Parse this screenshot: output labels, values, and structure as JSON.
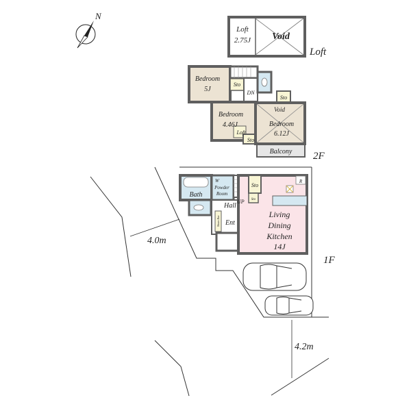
{
  "compass": {
    "label": "N",
    "icon": "north-arrow-icon"
  },
  "floors": {
    "loft": {
      "label": "Loft",
      "rooms": {
        "loft": "Loft",
        "loft_size": "2.75J",
        "void": "Void"
      }
    },
    "second": {
      "label": "2F",
      "rooms": {
        "bedroom_a": "Bedroom",
        "bedroom_a_size": "5J",
        "bedroom_b": "Bedroom",
        "bedroom_b_size": "4.46J",
        "bedroom_c": "Bedroom",
        "bedroom_c_size": "6.12J",
        "void": "Void",
        "loft": "Loft",
        "sto_1": "Sto",
        "sto_2": "Sto",
        "sto_3": "Sto",
        "dn": "DN",
        "balcony": "Balcony"
      }
    },
    "first": {
      "label": "1F",
      "rooms": {
        "bath": "Bath",
        "w": "W",
        "powder_1": "Powder",
        "powder_2": "Room",
        "sto_1": "Sto",
        "sto_2": "Sto",
        "up": "UP",
        "hall": "Hall",
        "ent": "Ent",
        "shoes": "Shoes Box",
        "ldk_1": "Living",
        "ldk_2": "Dining",
        "ldk_3": "Kitchen",
        "ldk_size": "14J",
        "r": "R"
      }
    }
  },
  "dimensions": {
    "road_west": "4.0m",
    "road_south": "4.2m"
  },
  "colors": {
    "bedroom": "#ece3d3",
    "ldk": "#fbe4e8",
    "wet": "#d5e8f1",
    "storage": "#f8f5d5",
    "void": "#ffffff",
    "wall": "#6a6a6a"
  }
}
